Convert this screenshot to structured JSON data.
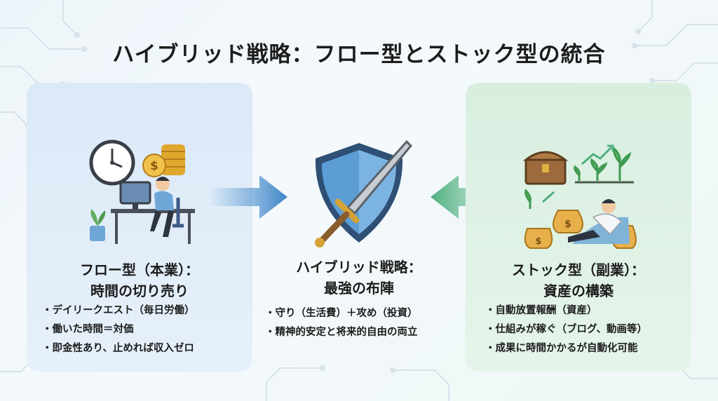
{
  "title": "ハイブリッド戦略：フロー型とストック型の統合",
  "left": {
    "title_line1": "フロー型（本業）：",
    "title_line2": "時間の切り売り",
    "items": [
      "デイリークエスト（毎日労働）",
      "働いた時間＝対価",
      "即金性あり、止めれば収入ゼロ"
    ]
  },
  "center": {
    "title_line1": "ハイブリッド戦略：",
    "title_line2": "最強の布陣",
    "items": [
      "守り（生活費）＋攻め（投資）",
      "精神的安定と将来的自由の両立"
    ]
  },
  "right": {
    "title_line1": "ストック型（副業）：",
    "title_line2": "資産の構築",
    "items": [
      "自動放置報酬（資産）",
      "仕組みが稼ぐ（ブログ、動画等）",
      "成果に時間かかるが自動化可能"
    ]
  },
  "colors": {
    "left_panel": "#dbe9f7",
    "right_panel": "#d8efe0",
    "left_arrow": "#3f86c8",
    "right_arrow": "#4fb07f",
    "shield": "#4f94d0"
  }
}
